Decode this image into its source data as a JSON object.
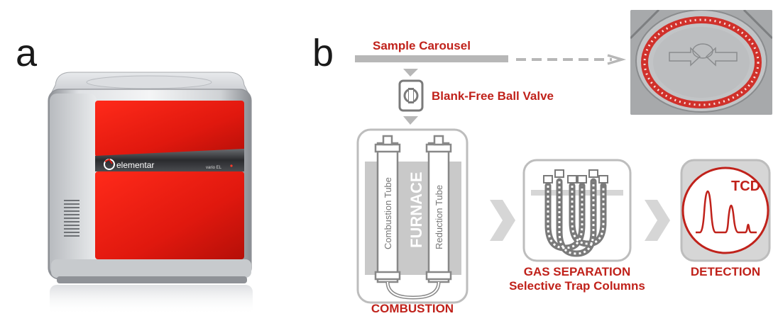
{
  "panel_a": {
    "letter": "a",
    "instrument_brand": "elementar",
    "instrument_model": "vario EL"
  },
  "panel_b": {
    "letter": "b",
    "sample_carousel": "Sample Carousel",
    "ball_valve": "Blank-Free Ball Valve",
    "combustion_tube": "Combustion Tube",
    "furnace": "FURNACE",
    "reduction_tube": "Reduction Tube",
    "combustion": "COMBUSTION",
    "gas_separation_line1": "GAS SEPARATION",
    "gas_separation_line2": "Selective Trap Columns",
    "detector_name": "TCD",
    "detection": "DETECTION"
  },
  "colors": {
    "accent_red": "#c0221b",
    "instrument_red": "#e0180e",
    "diagram_gray": "#9a9a9a",
    "light_gray": "#d6d6d6"
  }
}
